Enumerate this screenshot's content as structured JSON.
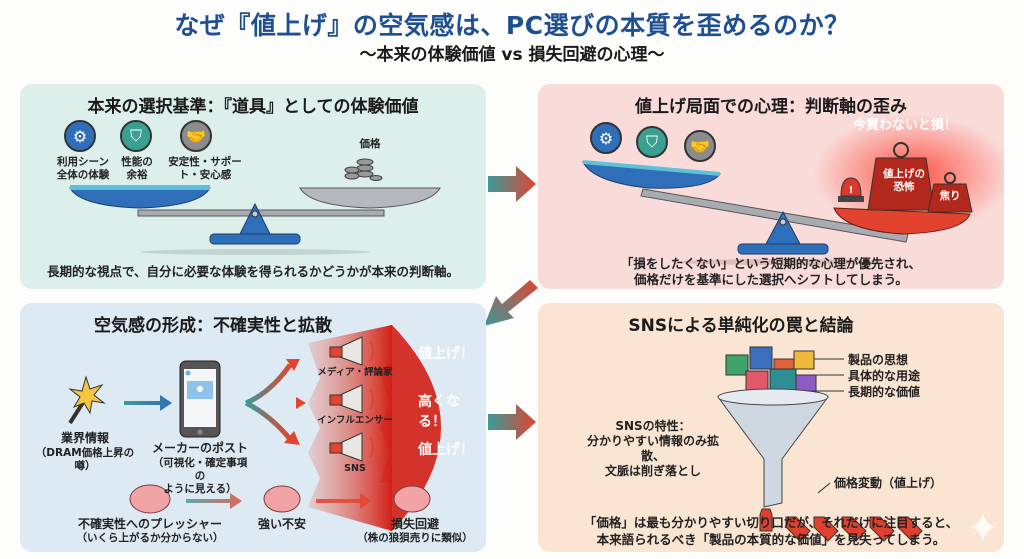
{
  "header": {
    "title": "なぜ『値上げ』の空気感は、PC選びの本質を歪めるのか？",
    "subtitle": "〜本来の体験価値 vs 損失回避の心理〜"
  },
  "panels": {
    "original": {
      "title": "本来の選択基準：『道具』としての体験価値",
      "items": [
        {
          "icon": "gears-icon",
          "label": "利用シーン\n全体の体験",
          "color": "#2f6fba"
        },
        {
          "icon": "shield-icon",
          "label": "性能の\n余裕",
          "color": "#3aa092"
        },
        {
          "icon": "handshake-icon",
          "label": "安定性・サポー\nト・安心感",
          "color": "#8c8c8c"
        }
      ],
      "price_label": "価格",
      "caption": "長期的な視点で、自分に必要な体験を得られるかどうかが本来の判断軸。"
    },
    "distortion": {
      "title": "値上げ局面での心理：判断軸の歪み",
      "alert_text": "今買わないと損！",
      "weights": [
        "値上げの\n恐怖",
        "焦り"
      ],
      "caption_line1": "「損をしたくない」という短期的な心理が優先され、",
      "caption_line2": "価格だけを基準にした選択へシフトしてしまう。"
    },
    "formation": {
      "title": "空気感の形成：不確実性と拡散",
      "source_label": "業界情報",
      "source_sub": "（DRAM価格上昇の噂）",
      "post_label": "メーカーのポスト",
      "post_sub": "（可視化・確定事項の\nように見える）",
      "channels": [
        {
          "label": "メディア・評論家",
          "shout": "値上げ！"
        },
        {
          "label": "インフルエンサー",
          "shout": "高くなる！"
        },
        {
          "label": "SNS",
          "shout": "値上げ！"
        }
      ],
      "mind_steps": [
        {
          "label": "不確実性へのプレッシャー",
          "sub": "（いくら上がるか分からない）"
        },
        {
          "label": "強い不安",
          "sub": ""
        },
        {
          "label": "損失回避",
          "sub": "（株の狼狽売りに類似）"
        }
      ]
    },
    "conclusion": {
      "title": "SNSによる単純化の罠と結論",
      "funnel_inputs": [
        "製品の思想",
        "具体的な用途",
        "長期的な価値"
      ],
      "sns_trait": "SNSの特性：\n分かりやすい情報のみ拡散、\n文脈は削ぎ落とし",
      "output_label": "価格変動（値上げ）",
      "caption_line1": "「価格」は最も分かりやすい切り口だが、それだけに注目すると、",
      "caption_line2": "本来語られるべき「製品の本質的な価値」を見失ってしまう。"
    }
  },
  "colors": {
    "title_blue": "#1e4f92",
    "teal": "#3a9a9a",
    "red": "#d93a2b",
    "scale_blue": "#2f6fba"
  }
}
